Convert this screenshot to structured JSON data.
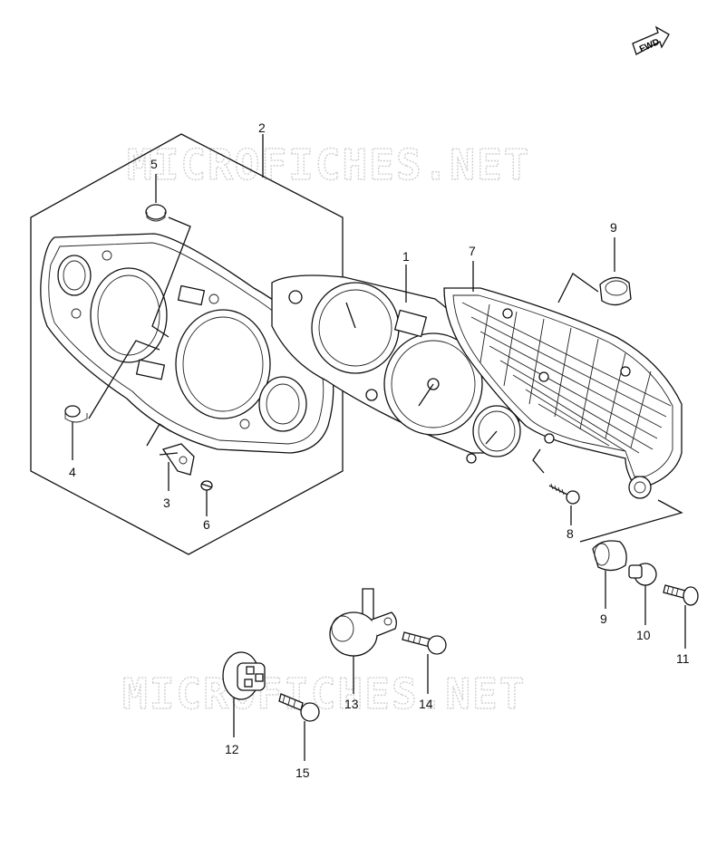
{
  "watermark": "MICROFICHES.NET",
  "fwd_label": "FWD",
  "part_labels": [
    "1",
    "2",
    "3",
    "4",
    "5",
    "6",
    "7",
    "8",
    "9",
    "9",
    "10",
    "11",
    "12",
    "13",
    "14",
    "15"
  ]
}
